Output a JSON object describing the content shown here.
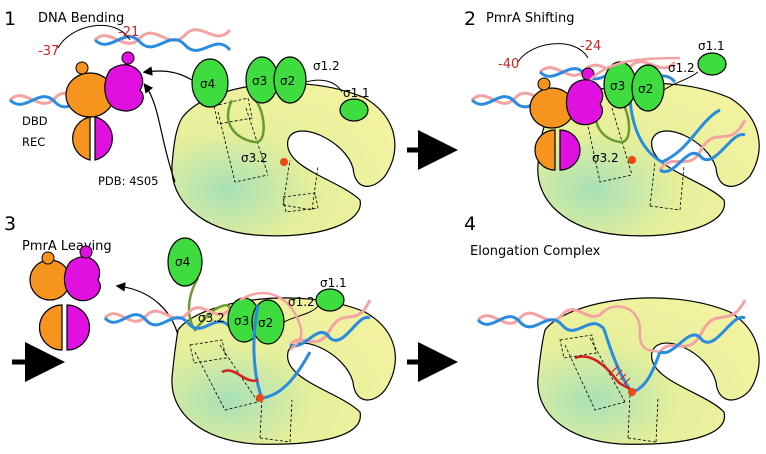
{
  "panels": [
    {
      "number": "1",
      "title": "DNA Bending"
    },
    {
      "number": "2",
      "title": "PmrA Shifting"
    },
    {
      "number": "3",
      "title": "PmrA Leaving"
    },
    {
      "number": "4",
      "title": "Elongation Complex"
    }
  ],
  "positions": {
    "p1_left": "-37",
    "p1_right": "-21",
    "p2_left": "-40",
    "p2_right": "-24"
  },
  "sigma": {
    "s4": "σ4",
    "s3": "σ3",
    "s2": "σ2",
    "s12": "σ1.2",
    "s11": "σ1.1",
    "s32": "σ3.2"
  },
  "labels": {
    "dbd": "DBD",
    "rec": "REC",
    "pdb": "PDB: 4S05"
  },
  "colors": {
    "rnap_body": "#eef19a",
    "sigma": "#3fdc3f",
    "pmra_orange": "#f7941d",
    "pmra_magenta": "#e010e0",
    "dna_blue": "#2a8ce0",
    "dna_pink": "#f4a3a3",
    "rna_red": "#d42020",
    "linker_green": "#6a9a30"
  }
}
